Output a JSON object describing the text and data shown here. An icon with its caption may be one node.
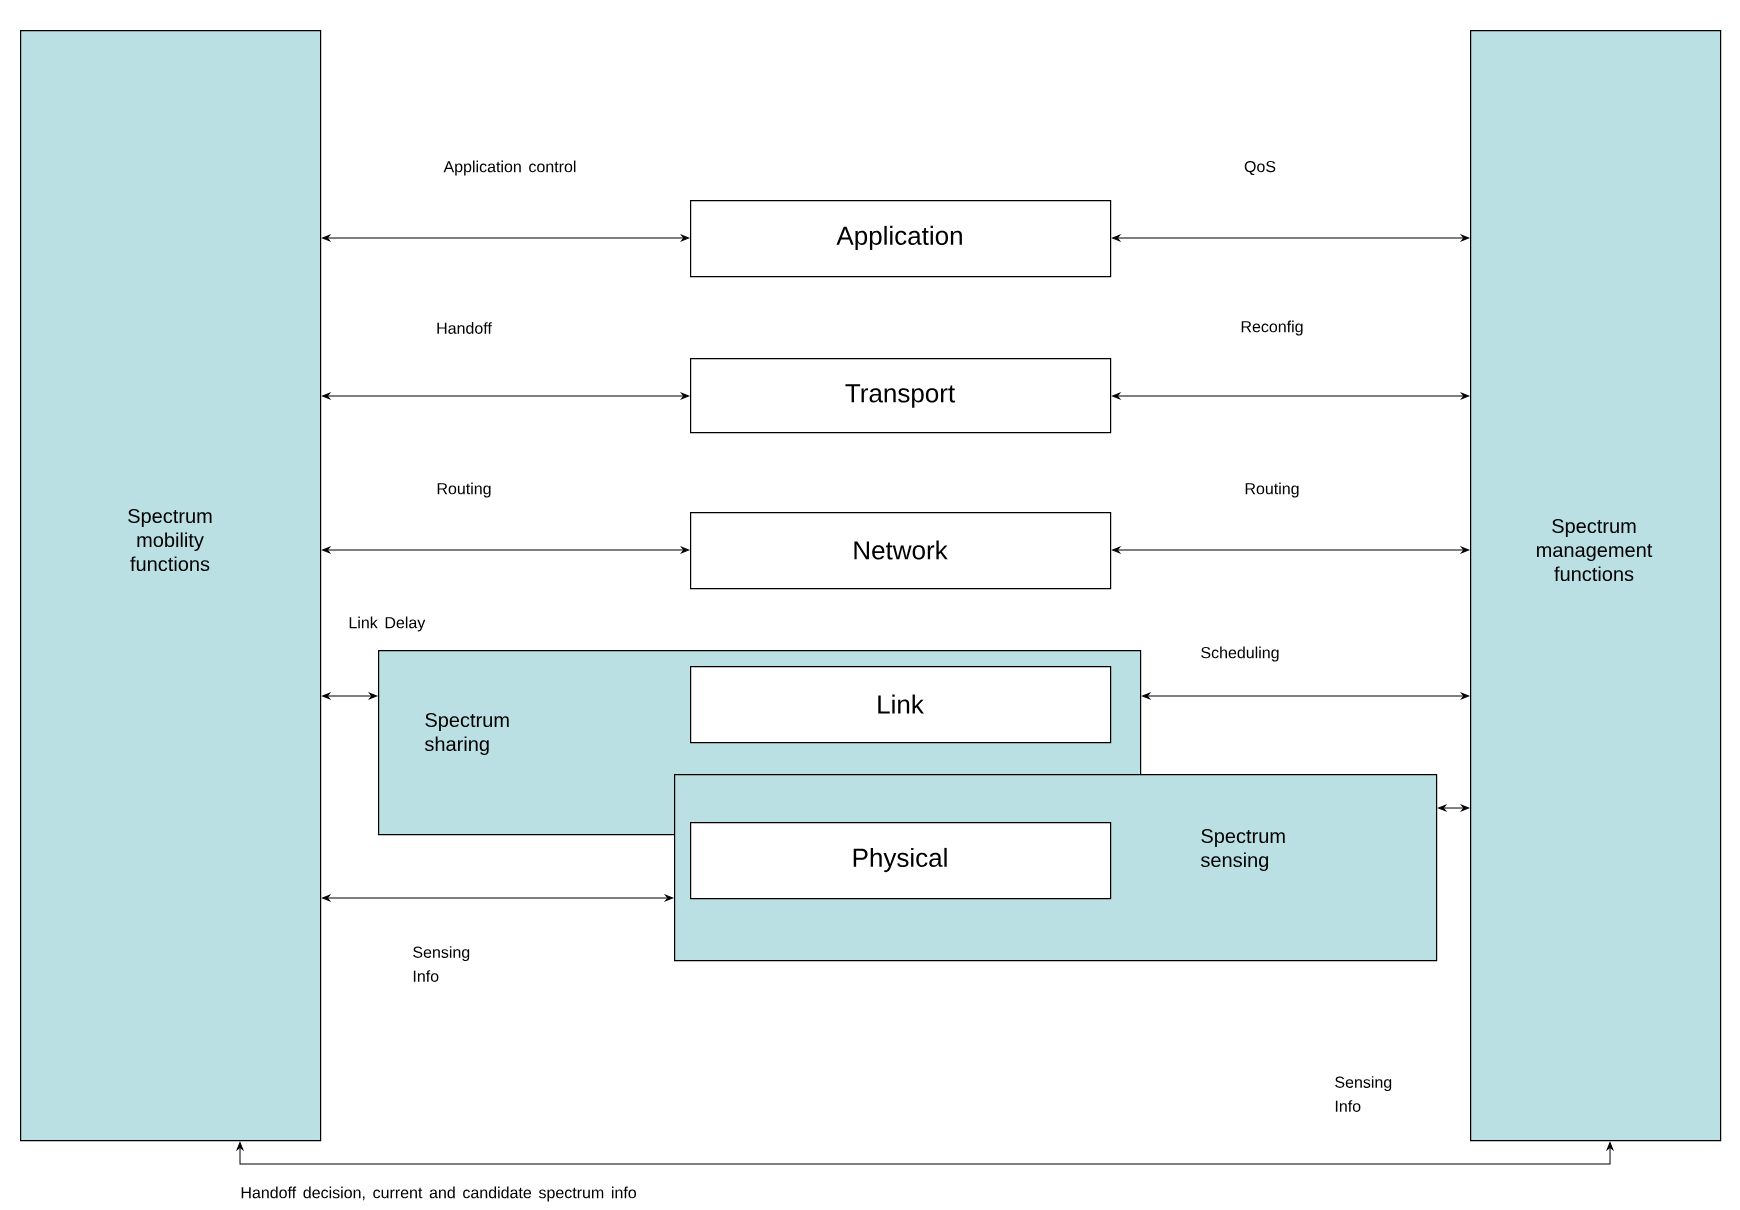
{
  "diagram": {
    "nodes": [
      {
        "text": [
          "Spectrum mobility functions"
        ]
      },
      {
        "text": [
          "Spectrum management functions"
        ]
      },
      {
        "text": [
          "Application"
        ]
      },
      {
        "text": [
          "Transport"
        ]
      },
      {
        "text": [
          "Network"
        ]
      },
      {
        "text": [
          "Spectrum sharing"
        ]
      },
      {
        "text": [
          "Link"
        ],
        "in": 5
      },
      {
        "text": [
          "Spectrum sensing"
        ]
      },
      {
        "text": [
          "Physical"
        ],
        "in": 7
      }
    ],
    "edges": [
      {
        "from": 0,
        "to": 2,
        "arrow": "both",
        "label": "Application control"
      },
      {
        "from": 2,
        "to": 1,
        "arrow": "both",
        "label": "QoS"
      },
      {
        "from": 0,
        "to": 3,
        "arrow": "both",
        "label": "Handoff"
      },
      {
        "from": 3,
        "to": 1,
        "arrow": "both",
        "label": "Reconfig"
      },
      {
        "from": 0,
        "to": 4,
        "arrow": "both",
        "label": "Routing"
      },
      {
        "from": 4,
        "to": 1,
        "arrow": "both",
        "label": "Routing"
      },
      {
        "from": 0,
        "to": 5,
        "arrow": "both",
        "label": "Link Delay"
      },
      {
        "from": 5,
        "to": 1,
        "arrow": "both",
        "label": "Scheduling"
      },
      {
        "from": 0,
        "to": 7,
        "arrow": "both",
        "label": "Sensing Info"
      },
      {
        "from": 7,
        "to": 1,
        "arrow": "both"
      },
      {
        "from": 0,
        "to": 1,
        "arrow": "both",
        "label": "Handoff decision, current and candidate spectrum info"
      }
    ],
    "labels": [
      "Sensing Info"
    ]
  }
}
